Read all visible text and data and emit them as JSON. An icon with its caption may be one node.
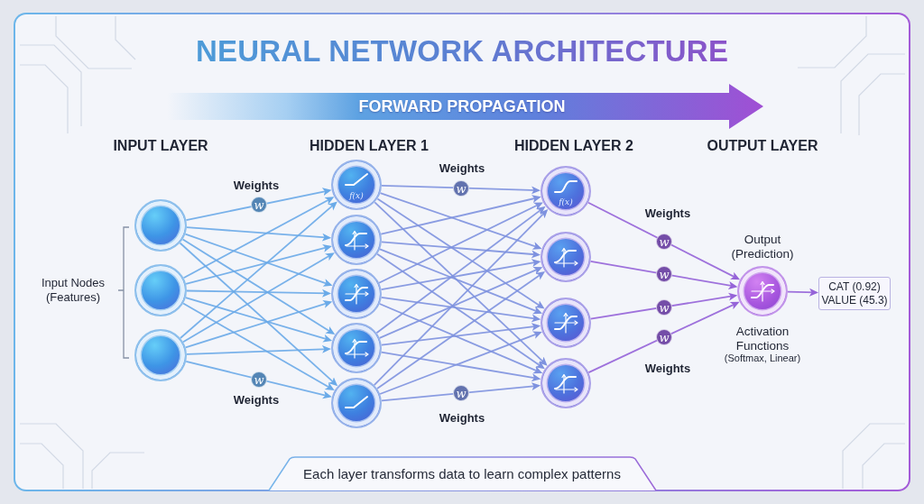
{
  "diagram": {
    "title": "NEURAL NETWORK ARCHITECTURE",
    "caption": "Each layer transforms data to learn complex patterns",
    "nodes": [
      {
        "text": [],
        "shape": "circle"
      },
      {
        "text": [],
        "shape": "circle"
      },
      {
        "text": [],
        "shape": "circle"
      },
      {
        "text": [
          "f(x)"
        ]
      },
      {
        "text": [],
        "shape": "circle"
      },
      {
        "text": [],
        "shape": "circle"
      },
      {
        "text": [],
        "shape": "circle"
      },
      {
        "text": [],
        "shape": "circle"
      },
      {
        "text": [
          "f(x)"
        ]
      },
      {
        "text": [],
        "shape": "circle"
      },
      {
        "text": [],
        "shape": "circle"
      },
      {
        "text": [],
        "shape": "circle"
      },
      {
        "text": [],
        "shape": "circle",
        "beside": [
          "Output (Prediction)",
          "Activation Functions",
          "(Softmax, Linear)"
        ]
      },
      {
        "text": [
          "CAT (0.92)",
          "VALUE (45.3)"
        ]
      }
    ],
    "edges": [
      {
        "from": 0,
        "to": 3,
        "arrow": "to",
        "label": "w",
        "color": "#6aaae8"
      },
      {
        "from": 0,
        "to": 4,
        "arrow": "to",
        "color": "#6aaae8"
      },
      {
        "from": 0,
        "to": 5,
        "arrow": "to",
        "color": "#6aaae8"
      },
      {
        "from": 0,
        "to": 6,
        "arrow": "to",
        "color": "#6aaae8"
      },
      {
        "from": 0,
        "to": 7,
        "arrow": "to",
        "color": "#6aaae8"
      },
      {
        "from": 1,
        "to": 3,
        "arrow": "to",
        "color": "#6aaae8"
      },
      {
        "from": 1,
        "to": 4,
        "arrow": "to",
        "color": "#6aaae8"
      },
      {
        "from": 1,
        "to": 5,
        "arrow": "to",
        "color": "#6aaae8"
      },
      {
        "from": 1,
        "to": 6,
        "arrow": "to",
        "color": "#6aaae8"
      },
      {
        "from": 1,
        "to": 7,
        "arrow": "to",
        "color": "#6aaae8"
      },
      {
        "from": 2,
        "to": 3,
        "arrow": "to",
        "color": "#6aaae8"
      },
      {
        "from": 2,
        "to": 4,
        "arrow": "to",
        "color": "#6aaae8"
      },
      {
        "from": 2,
        "to": 5,
        "arrow": "to",
        "color": "#6aaae8"
      },
      {
        "from": 2,
        "to": 6,
        "arrow": "to",
        "color": "#6aaae8"
      },
      {
        "from": 2,
        "to": 7,
        "arrow": "to",
        "label": "w",
        "color": "#6aaae8"
      },
      {
        "from": 3,
        "to": 8,
        "arrow": "to",
        "label": "w"
      },
      {
        "from": 3,
        "to": 9,
        "arrow": "to"
      },
      {
        "from": 3,
        "to": 10,
        "arrow": "to"
      },
      {
        "from": 3,
        "to": 11,
        "arrow": "to"
      },
      {
        "from": 4,
        "to": 8,
        "arrow": "to"
      },
      {
        "from": 4,
        "to": 9,
        "arrow": "to"
      },
      {
        "from": 4,
        "to": 10,
        "arrow": "to"
      },
      {
        "from": 4,
        "to": 11,
        "arrow": "to"
      },
      {
        "from": 5,
        "to": 8,
        "arrow": "to"
      },
      {
        "from": 5,
        "to": 9,
        "arrow": "to"
      },
      {
        "from": 5,
        "to": 10,
        "arrow": "to"
      },
      {
        "from": 5,
        "to": 11,
        "arrow": "to"
      },
      {
        "from": 6,
        "to": 8,
        "arrow": "to"
      },
      {
        "from": 6,
        "to": 9,
        "arrow": "to"
      },
      {
        "from": 6,
        "to": 10,
        "arrow": "to"
      },
      {
        "from": 6,
        "to": 11,
        "arrow": "to"
      },
      {
        "from": 7,
        "to": 8,
        "arrow": "to"
      },
      {
        "from": 7,
        "to": 9,
        "arrow": "to"
      },
      {
        "from": 7,
        "to": 10,
        "arrow": "to"
      },
      {
        "from": 7,
        "to": 11,
        "arrow": "to",
        "label": "w"
      },
      {
        "from": 8,
        "to": 12,
        "arrow": "to",
        "label": "w",
        "color": "#9563d8"
      },
      {
        "from": 9,
        "to": 12,
        "arrow": "to",
        "label": "w",
        "color": "#9563d8"
      },
      {
        "from": 10,
        "to": 12,
        "arrow": "to",
        "label": "w",
        "color": "#9563d8"
      },
      {
        "from": 11,
        "to": 12,
        "arrow": "to",
        "label": "w",
        "color": "#9563d8"
      },
      {
        "from": 12,
        "to": 13,
        "arrow": "to",
        "color": "#9563d8"
      }
    ],
    "labels": [
      "FORWARD PROPAGATION",
      "INPUT LAYER",
      "HIDDEN LAYER 1",
      "HIDDEN LAYER 2",
      "OUTPUT LAYER",
      "Weights",
      "Weights",
      "Weights",
      "Input Nodes (Features)",
      "Weights",
      "Weights",
      "Weights"
    ]
  }
}
